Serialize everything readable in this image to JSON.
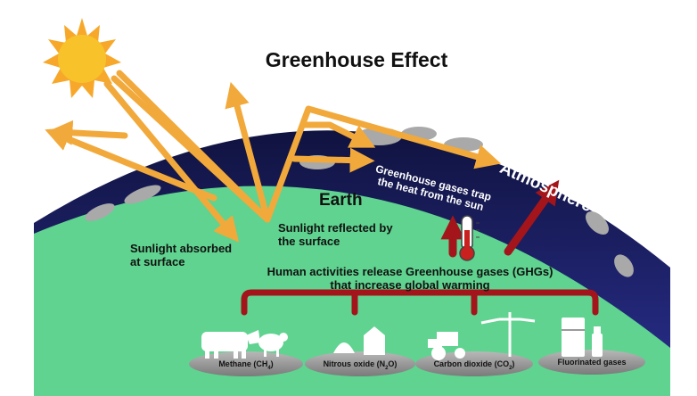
{
  "title": "Greenhouse Effect",
  "labels": {
    "earth": "Earth",
    "atmosphere": "Atmosphere",
    "trap_line1": "Greenhouse gases trap",
    "trap_line2": "the heat from the sun",
    "absorbed_line1": "Sunlight absorbed",
    "absorbed_line2": "at surface",
    "reflected_line1": "Sunlight reflected by",
    "reflected_line2": "the surface",
    "human_line1": "Human activities release Greenhouse gases (GHGs)",
    "human_line2": "that increase global warming"
  },
  "gases": [
    {
      "name": "Methane (CH",
      "sub": "4",
      "suffix": ")"
    },
    {
      "name": "Nitrous oxide (N",
      "sub": "2",
      "suffix": "O)"
    },
    {
      "name": "Carbon dioxide (CO",
      "sub": "2",
      "suffix": ")"
    },
    {
      "name": "Fluorinated gases",
      "sub": "",
      "suffix": ""
    }
  ],
  "icons": [
    "sun-icon",
    "cloud-icon",
    "thermometer-icon",
    "cow-icon",
    "sheep-icon",
    "fertilizer-icon",
    "tractor-icon",
    "power-pole-icon",
    "refrigerator-icon",
    "spray-can-icon"
  ],
  "colors": {
    "atmosphere": "#1c1f6e",
    "earth": "#5fd38f",
    "sunlight_arrow": "#f2a93b",
    "ghg_arrow": "#a3151b",
    "sun": "#f7c22a",
    "cloud": "#a9a9a9",
    "platform": "#9b9b9b"
  }
}
